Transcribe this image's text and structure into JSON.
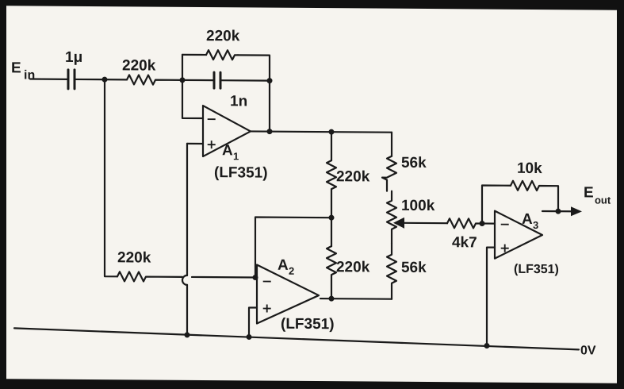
{
  "labels": {
    "ein": "E",
    "ein_sub": "in",
    "eout": "E",
    "eout_sub": "out",
    "c_in": "1μ",
    "r_in": "220k",
    "r_fb": "220k",
    "c_fb": "1n",
    "a1": "A",
    "a1_sub": "1",
    "a1_part": "(LF351)",
    "r_div_top": "220k",
    "r_div_bot": "220k",
    "r_56_top": "56k",
    "pot": "100k",
    "r_56_bot": "56k",
    "r_a2_in": "220k",
    "a2": "A",
    "a2_sub": "2",
    "a2_part": "(LF351)",
    "r_4k7": "4k7",
    "r_10k": "10k",
    "a3": "A",
    "a3_sub": "3",
    "a3_part": "(LF351)",
    "ground": "0V",
    "minus": "−",
    "plus": "+"
  }
}
